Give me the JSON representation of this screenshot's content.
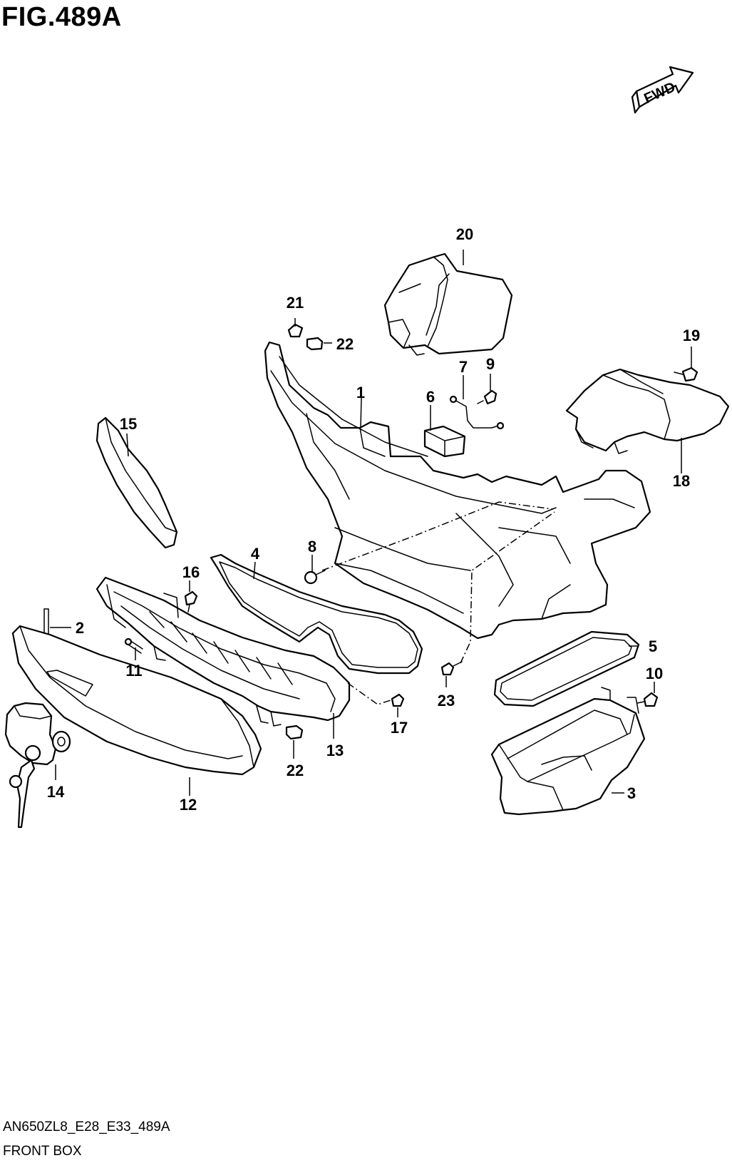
{
  "figure": {
    "title": "FIG.489A",
    "code": "AN650ZL8_E28_E33_489A",
    "caption": "FRONT BOX",
    "direction_label": "FWD"
  },
  "callouts": [
    {
      "id": "c1",
      "label": "1"
    },
    {
      "id": "c2",
      "label": "2"
    },
    {
      "id": "c3",
      "label": "3"
    },
    {
      "id": "c4",
      "label": "4"
    },
    {
      "id": "c5",
      "label": "5"
    },
    {
      "id": "c6",
      "label": "6"
    },
    {
      "id": "c7",
      "label": "7"
    },
    {
      "id": "c8",
      "label": "8"
    },
    {
      "id": "c9",
      "label": "9"
    },
    {
      "id": "c10",
      "label": "10"
    },
    {
      "id": "c11",
      "label": "11"
    },
    {
      "id": "c12",
      "label": "12"
    },
    {
      "id": "c13",
      "label": "13"
    },
    {
      "id": "c14",
      "label": "14"
    },
    {
      "id": "c15",
      "label": "15"
    },
    {
      "id": "c16",
      "label": "16"
    },
    {
      "id": "c17",
      "label": "17"
    },
    {
      "id": "c18",
      "label": "18"
    },
    {
      "id": "c19",
      "label": "19"
    },
    {
      "id": "c20",
      "label": "20"
    },
    {
      "id": "c21",
      "label": "21"
    },
    {
      "id": "c22a",
      "label": "22"
    },
    {
      "id": "c22b",
      "label": "22"
    },
    {
      "id": "c23",
      "label": "23"
    }
  ]
}
